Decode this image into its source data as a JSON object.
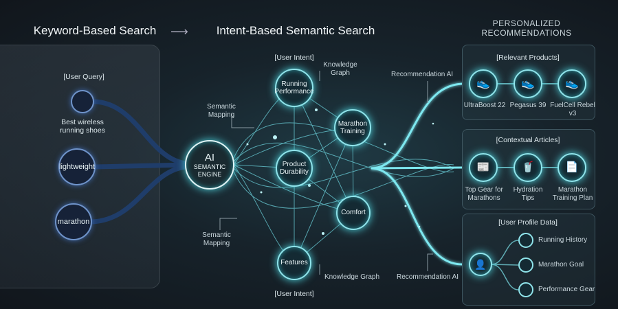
{
  "header": {
    "left_title": "Keyword-Based Search",
    "right_title": "Intent-Based Semantic Search",
    "rec_title_line1": "PERSONALIZED",
    "rec_title_line2": "RECOMMENDATIONS"
  },
  "query": {
    "label": "[User Query]",
    "q1_line1": "Best wireless",
    "q1_line2": "running shoes",
    "q2": "lightweight",
    "q3": "marathon"
  },
  "engine": {
    "line1": "AI",
    "line2": "SEMANTIC",
    "line3": "ENGINE"
  },
  "intents": {
    "top_label": "[User Intent]",
    "bottom_label": "[User Intent]",
    "n1_l1": "Running",
    "n1_l2": "Performance",
    "n2_l1": "Marathon",
    "n2_l2": "Training",
    "n3_l1": "Product",
    "n3_l2": "Durability",
    "n4": "Comfort",
    "n5": "Features"
  },
  "annotations": {
    "kg1_l1": "Knowledge",
    "kg1_l2": "Graph",
    "sm1_l1": "Semantic",
    "sm1_l2": "Mapping",
    "sm2_l1": "Semantic",
    "sm2_l2": "Mapping",
    "kg2": "Knowledge Graph",
    "rec1": "Recommendation AI",
    "rec2": "Recommendation AI"
  },
  "products": {
    "label": "[Relevant Products]",
    "items": [
      {
        "name": "UltraBoost 22",
        "icon": "shoe-icon"
      },
      {
        "name": "Pegasus 39",
        "icon": "shoe-icon"
      },
      {
        "name": "FuelCell Rebel",
        "name2": "v3",
        "icon": "shoe-icon"
      }
    ]
  },
  "articles": {
    "label": "[Contextual Articles]",
    "items": [
      {
        "l1": "Top Gear for",
        "l2": "Marathons",
        "icon": "newspaper-icon"
      },
      {
        "l1": "Hydration",
        "l2": "Tips",
        "icon": "cup-icon"
      },
      {
        "l1": "Marathon",
        "l2": "Training Plan",
        "icon": "document-icon"
      }
    ]
  },
  "profile": {
    "label": "[User Profile Data]",
    "items": [
      "Running History",
      "Marathon Goal",
      "Performance Gear"
    ],
    "icon": "user-icon"
  },
  "colors": {
    "accent": "#8fe3ea",
    "query_blue": "#6f93c9"
  }
}
